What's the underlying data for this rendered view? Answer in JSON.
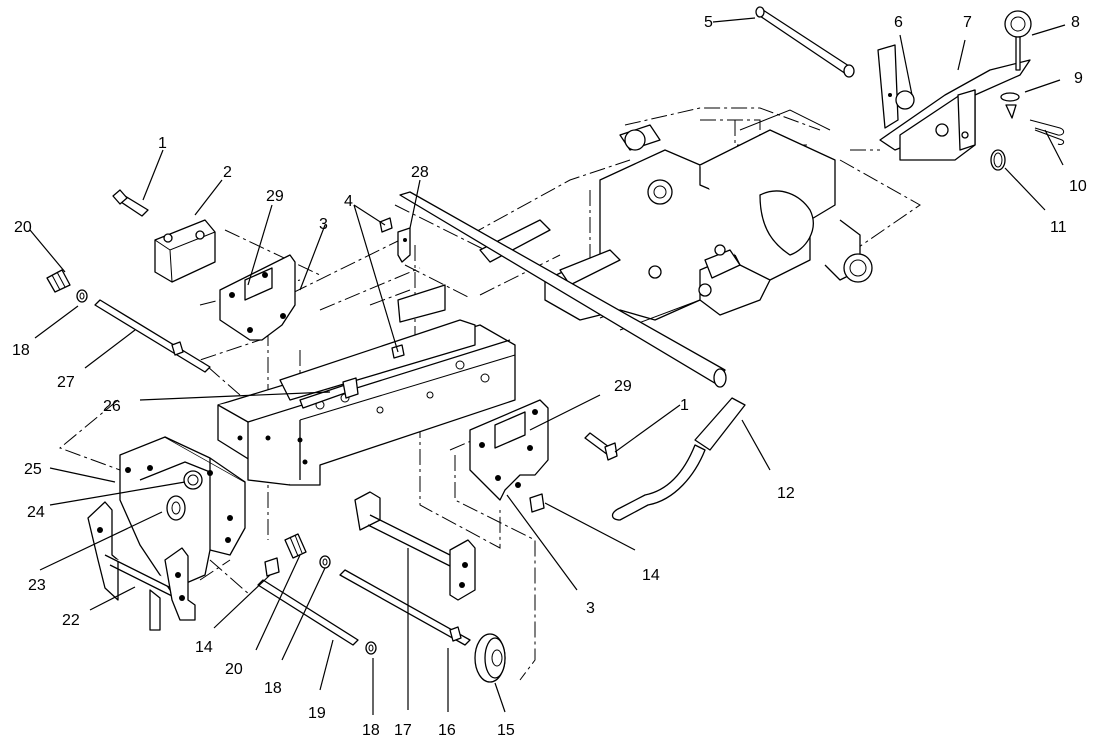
{
  "diagram": {
    "type": "exploded-parts-diagram",
    "stroke_color": "#000000",
    "background_color": "#ffffff",
    "callouts": [
      {
        "id": "c1a",
        "label": "1"
      },
      {
        "id": "c1b",
        "label": "1"
      },
      {
        "id": "c2",
        "label": "2"
      },
      {
        "id": "c3a",
        "label": "3"
      },
      {
        "id": "c3b",
        "label": "3"
      },
      {
        "id": "c4",
        "label": "4"
      },
      {
        "id": "c5",
        "label": "5"
      },
      {
        "id": "c6",
        "label": "6"
      },
      {
        "id": "c7",
        "label": "7"
      },
      {
        "id": "c8",
        "label": "8"
      },
      {
        "id": "c9",
        "label": "9"
      },
      {
        "id": "c10",
        "label": "10"
      },
      {
        "id": "c11",
        "label": "11"
      },
      {
        "id": "c12",
        "label": "12"
      },
      {
        "id": "c14a",
        "label": "14"
      },
      {
        "id": "c14b",
        "label": "14"
      },
      {
        "id": "c15",
        "label": "15"
      },
      {
        "id": "c16",
        "label": "16"
      },
      {
        "id": "c17",
        "label": "17"
      },
      {
        "id": "c18a",
        "label": "18"
      },
      {
        "id": "c18b",
        "label": "18"
      },
      {
        "id": "c18c",
        "label": "18"
      },
      {
        "id": "c19",
        "label": "19"
      },
      {
        "id": "c20a",
        "label": "20"
      },
      {
        "id": "c20b",
        "label": "20"
      },
      {
        "id": "c22",
        "label": "22"
      },
      {
        "id": "c23",
        "label": "23"
      },
      {
        "id": "c24",
        "label": "24"
      },
      {
        "id": "c25",
        "label": "25"
      },
      {
        "id": "c26",
        "label": "26"
      },
      {
        "id": "c27",
        "label": "27"
      },
      {
        "id": "c28",
        "label": "28"
      },
      {
        "id": "c29a",
        "label": "29"
      },
      {
        "id": "c29b",
        "label": "29"
      }
    ]
  }
}
